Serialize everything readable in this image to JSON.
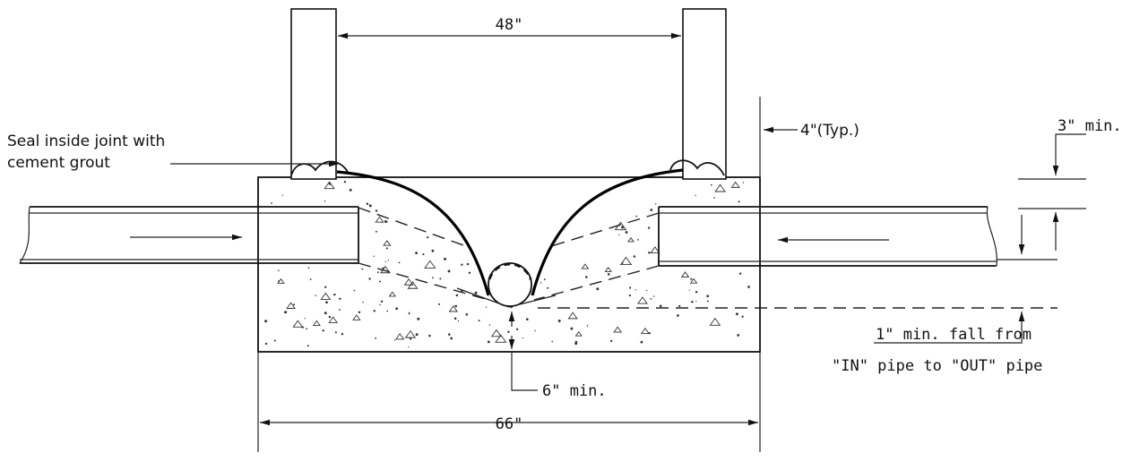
{
  "labels": {
    "top_width": "48\"",
    "bottom_width": "66\"",
    "wall_thickness": "4\"(Typ.)",
    "seal_note_line1": "Seal inside joint with",
    "seal_note_line2": "cement grout",
    "cover_min": "3\" min.",
    "base_min": "6\" min.",
    "fall_line1": "1\" min. fall from",
    "fall_line2": "\"IN\" pipe to  \"OUT\" pipe"
  }
}
